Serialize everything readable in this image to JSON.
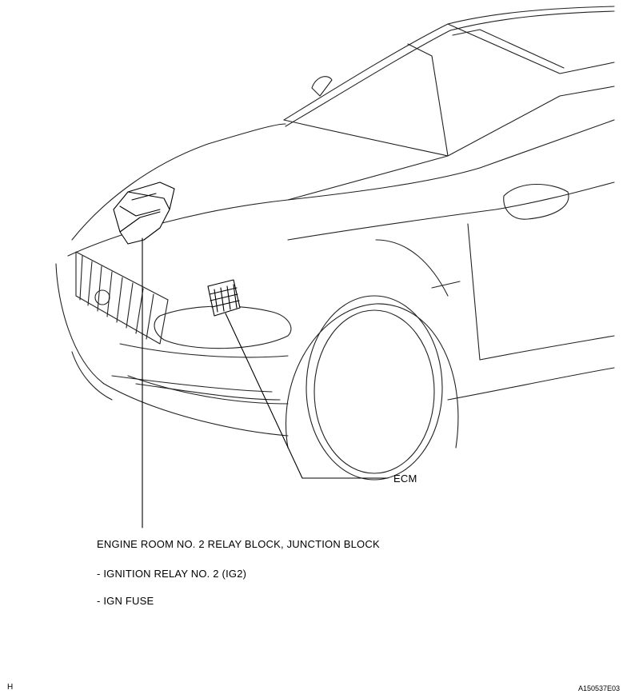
{
  "labels": {
    "ecm": "ECM",
    "relay_block": "ENGINE ROOM NO. 2 RELAY BLOCK, JUNCTION BLOCK",
    "ignition_relay": "- IGNITION RELAY NO. 2 (IG2)",
    "ign_fuse": "- IGN FUSE"
  },
  "footer": {
    "page_letter": "H",
    "figure_id": "A150537E03"
  }
}
